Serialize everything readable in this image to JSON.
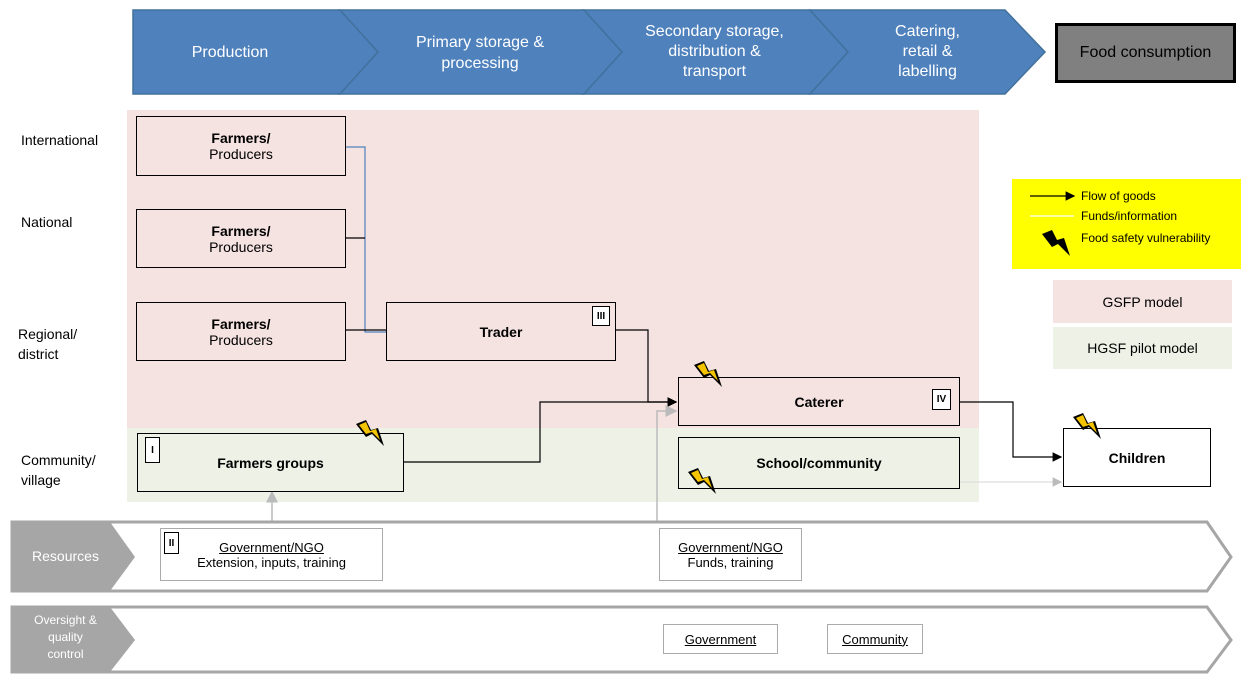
{
  "stages": [
    "Production",
    "Primary storage & processing",
    "Secondary storage, distribution & transport",
    "Catering, retail & labelling"
  ],
  "stage_lines": [
    [
      "Production"
    ],
    [
      "Primary storage &",
      "processing"
    ],
    [
      "Secondary storage,",
      "distribution &",
      "transport"
    ],
    [
      "Catering,",
      "retail &",
      "labelling"
    ]
  ],
  "final_stage": "Food consumption",
  "levels": {
    "international": "International",
    "national": "National",
    "regional": [
      "Regional/",
      "district"
    ],
    "community": [
      "Community/",
      "village"
    ]
  },
  "nodes": {
    "farmers_intl": {
      "title": "Farmers/",
      "sub": "Producers"
    },
    "farmers_national": {
      "title": "Farmers/",
      "sub": "Producers"
    },
    "farmers_regional": {
      "title": "Farmers/",
      "sub": "Producers"
    },
    "trader": {
      "label": "Trader",
      "numeral": "III"
    },
    "caterer": {
      "label": "Caterer",
      "numeral": "IV"
    },
    "farmers_groups": {
      "label": "Farmers groups",
      "numeral": "I"
    },
    "school_community": {
      "label": "School/community"
    },
    "children": {
      "label": "Children"
    }
  },
  "legend": {
    "flow_goods": "Flow of goods",
    "funds_info": "Funds/information",
    "vulnerability": "Food safety vulnerability"
  },
  "models": {
    "gsfp": "GSFP model",
    "hgsf": "HGSF pilot model"
  },
  "resources": {
    "label": "Resources",
    "gov_ngo_1": {
      "numeral": "II",
      "title": "Government/NGO",
      "sub": "Extension, inputs, training"
    },
    "gov_ngo_2": {
      "title": "Government/NGO",
      "sub": "Funds, training"
    }
  },
  "oversight": {
    "label": [
      "Oversight &",
      "quality",
      "control"
    ],
    "government": "Government",
    "community": "Community"
  },
  "colors": {
    "stage_blue": "#4f81bd",
    "gsfp_zone": "#f5e3e1",
    "hgsf_zone": "#eef2e6",
    "legend_bg": "#ffff00",
    "band_grey": "#a6a6a6"
  }
}
